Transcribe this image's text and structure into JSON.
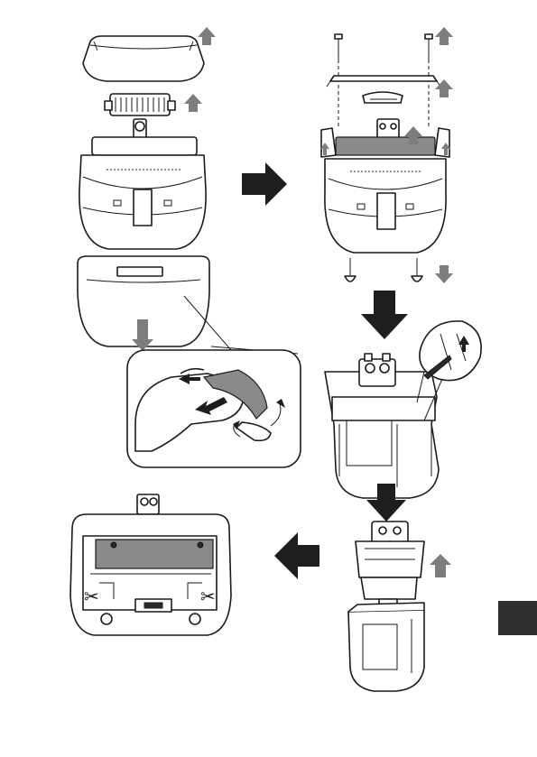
{
  "manual_page": {
    "logo_mark": "Λ",
    "colors": {
      "outline": "#1a1a1a",
      "grey_part": "#8a8a8a",
      "small_arrow": "#7d7d7d",
      "big_arrow": "#1e1e1e",
      "page_tab": "#2f2f2f"
    },
    "steps": [
      "remove-outer-foil-and-lift-cutter",
      "remove-screws-and-lift-frame",
      "pry-off-front-cover",
      "slide-out-motor-unit",
      "cut-battery-leads-and-remove-battery"
    ]
  }
}
